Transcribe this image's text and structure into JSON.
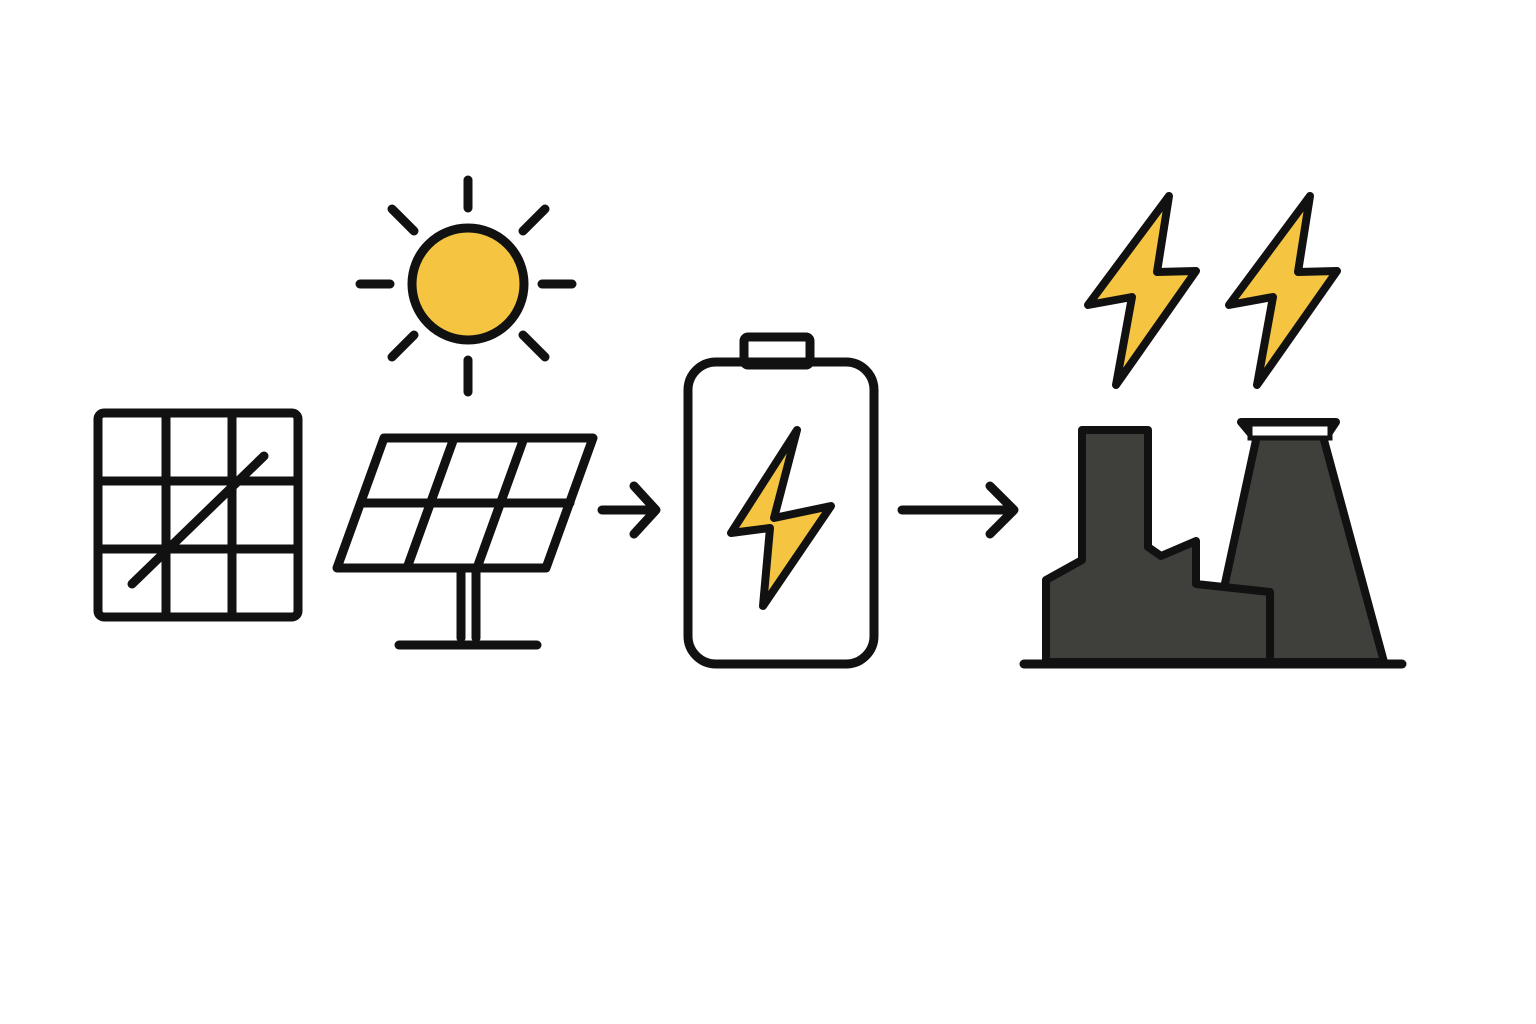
{
  "diagram": {
    "nodes": [
      {
        "id": "solar-cell-grid",
        "icon": "solar-cell-grid-icon"
      },
      {
        "id": "solar-panel-with-sun",
        "icon": "solar-panel-icon"
      },
      {
        "id": "battery",
        "icon": "battery-icon"
      },
      {
        "id": "power-plant",
        "icon": "power-plant-icon"
      }
    ],
    "edges": [
      {
        "from": "solar-panel-with-sun",
        "to": "battery",
        "icon": "arrow-right-icon"
      },
      {
        "from": "battery",
        "to": "power-plant",
        "icon": "arrow-right-icon"
      }
    ]
  },
  "colors": {
    "outline": "#111111",
    "accent_yellow": "#F5C542",
    "plant_fill": "#3F3F3B",
    "background": "#FFFFFF"
  }
}
